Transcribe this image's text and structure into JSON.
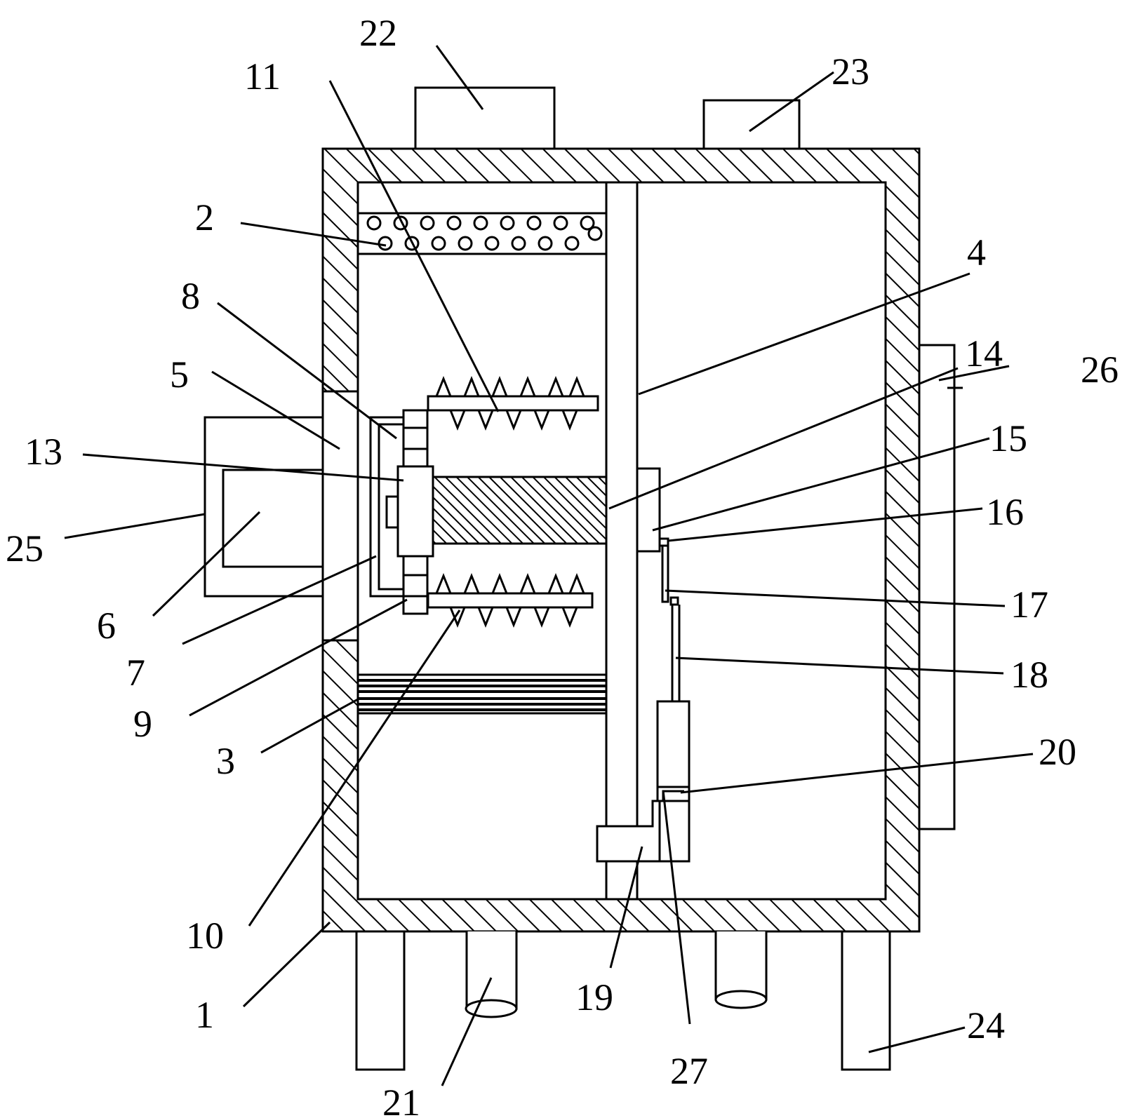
{
  "labels": {
    "l1": "1",
    "l2": "2",
    "l3": "3",
    "l4": "4",
    "l5": "5",
    "l6": "6",
    "l7": "7",
    "l8": "8",
    "l9": "9",
    "l10": "10",
    "l11": "11",
    "l13": "13",
    "l14": "14",
    "l15": "15",
    "l16": "16",
    "l17": "17",
    "l18": "18",
    "l19": "19",
    "l20": "20",
    "l21": "21",
    "l22": "22",
    "l23": "23",
    "l24": "24",
    "l25": "25",
    "l26": "26",
    "l27": "27"
  }
}
